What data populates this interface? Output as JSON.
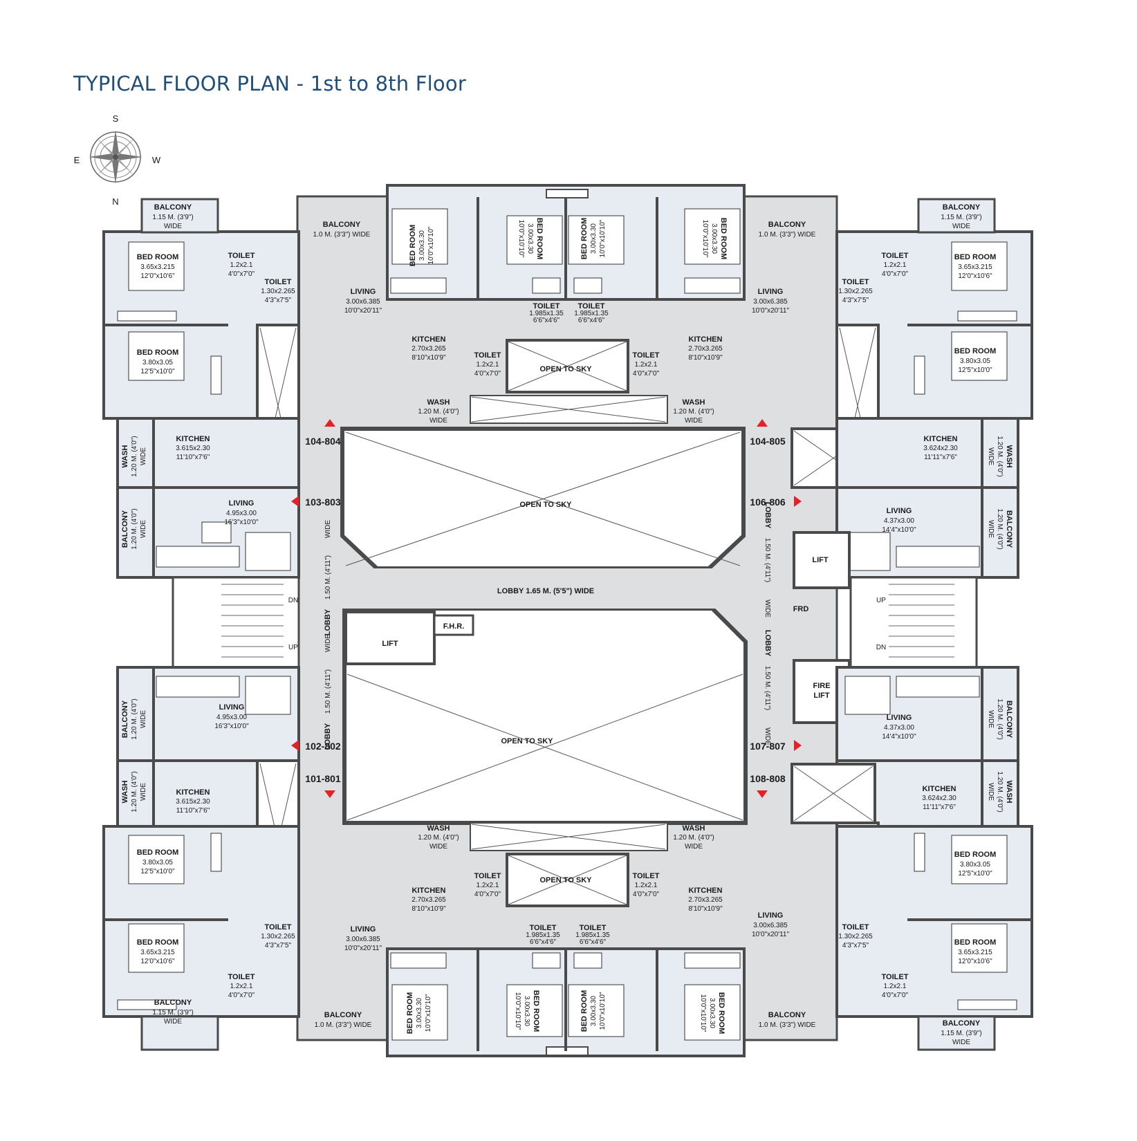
{
  "title": "TYPICAL FLOOR PLAN - 1st to 8th Floor",
  "compass": {
    "n": "N",
    "s": "S",
    "e": "E",
    "w": "W"
  },
  "flats": [
    "104-804",
    "103-803",
    "102-802",
    "101-801",
    "104-805",
    "106-806",
    "107-807",
    "108-808"
  ],
  "lobby": {
    "main": "LOBBY 1.65 M. (5'5\") WIDE",
    "side_label": "LOBBY",
    "side_dim": "1.50 M. (4'11\")",
    "side_wide": "WIDE"
  },
  "core": {
    "lift": "LIFT",
    "fhr": "F.H.R.",
    "frd": "FRD",
    "fire_lift_1": "FIRE",
    "fire_lift_2": "LIFT",
    "up": "UP",
    "dn": "DN",
    "open_to_sky": "OPEN TO SKY"
  },
  "rooms": {
    "balcony": "BALCONY",
    "bed_room": "BED ROOM",
    "toilet": "TOILET",
    "kitchen": "KITCHEN",
    "wash": "WASH",
    "living": "LIVING",
    "wide": "WIDE",
    "balcony_115": "1.15 M. (3'9\")",
    "balcony_10": "1.0 M. (3'3\") WIDE",
    "wash_120": "1.20 M. (4'0\")",
    "bed_365": "3.65x3.215",
    "bed_365_ft": "12'0\"x10'6\"",
    "bed_380": "3.80x3.05",
    "bed_380_ft": "12'5\"x10'0\"",
    "bed_300": "3.00x3.30",
    "bed_300_ft": "10'0\"x10'10\"",
    "toilet_12": "1.2x2.1",
    "toilet_12_ft": "4'0\"x7'0\"",
    "toilet_130": "1.30x2.265",
    "toilet_130_ft": "4'3\"x7'5\"",
    "toilet_198": "1.985x1.35",
    "toilet_198_ft": "6'6\"x4'6\"",
    "kit_3615": "3.615x2.30",
    "kit_3624": "3.624x2.30",
    "kit_ft": "11'10\"x7'6\"",
    "kit_ft2": "11'11\"x7'6\"",
    "kit_270": "2.70x3.265",
    "kit_270_ft": "8'10\"x10'9\"",
    "liv_300": "3.00x6.385",
    "liv_300_ft": "10'0\"x20'11\"",
    "liv_495": "4.95x3.00",
    "liv_495_ft": "16'3\"x10'0\"",
    "liv_437": "4.37x3.00",
    "liv_437_ft": "14'4\"x10'0\"",
    "bal_120": "1.20 M. (4'0\")"
  }
}
